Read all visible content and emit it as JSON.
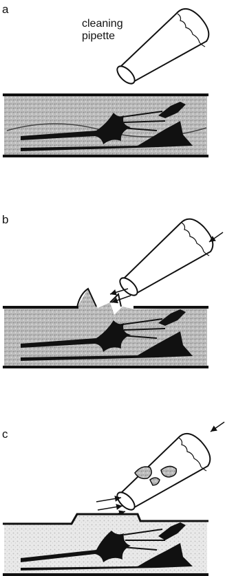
{
  "panels": [
    {
      "label": "a"
    },
    {
      "label": "b"
    },
    {
      "label": "c"
    }
  ],
  "annotation": {
    "line1": "cleaning",
    "line2": "pipette"
  }
}
